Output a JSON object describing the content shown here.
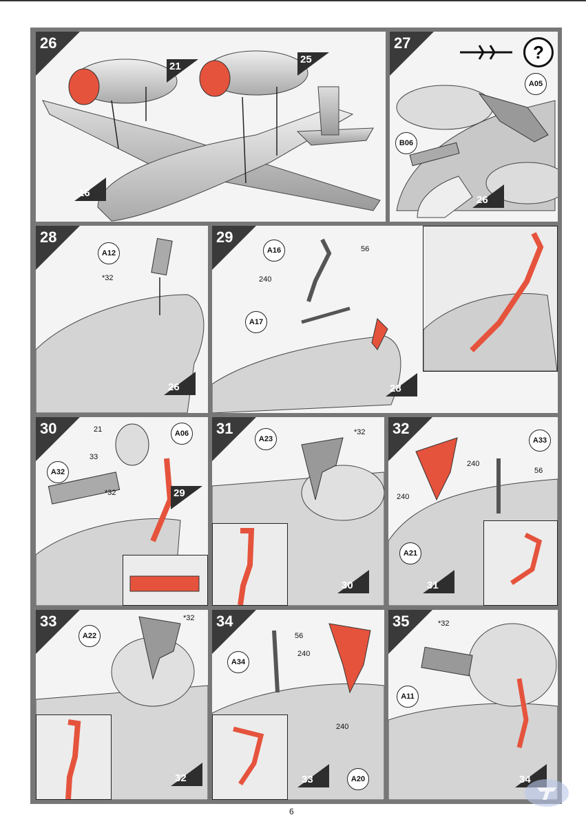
{
  "page_number": "6",
  "steps": [
    {
      "number": "26",
      "parts": [
        "21",
        "25",
        "16"
      ]
    },
    {
      "number": "27",
      "callouts": [
        "A05",
        "B06"
      ],
      "refs": [
        "26"
      ]
    },
    {
      "number": "28",
      "callouts": [
        "A12"
      ],
      "labels": [
        "*32"
      ],
      "refs": [
        "26"
      ]
    },
    {
      "number": "29",
      "callouts": [
        "A16",
        "A17"
      ],
      "labels": [
        "56",
        "240"
      ],
      "refs": [
        "28"
      ]
    },
    {
      "number": "30",
      "callouts": [
        "A06",
        "A32"
      ],
      "labels": [
        "21",
        "33",
        "*32"
      ],
      "refs": [
        "29"
      ]
    },
    {
      "number": "31",
      "callouts": [
        "A23"
      ],
      "labels": [
        "*32"
      ],
      "refs": [
        "30"
      ]
    },
    {
      "number": "32",
      "callouts": [
        "A33",
        "A21"
      ],
      "labels": [
        "240",
        "56",
        "240"
      ],
      "refs": [
        "31"
      ]
    },
    {
      "number": "33",
      "callouts": [
        "A22"
      ],
      "labels": [
        "*32"
      ],
      "refs": [
        "32"
      ]
    },
    {
      "number": "34",
      "callouts": [
        "A34",
        "A20"
      ],
      "labels": [
        "56",
        "240",
        "240"
      ],
      "refs": [
        "33"
      ]
    },
    {
      "number": "35",
      "callouts": [
        "A11"
      ],
      "labels": [
        "*32"
      ],
      "refs": [
        "34"
      ]
    }
  ],
  "colors": {
    "highlight": "#e5533d",
    "frame": "#777777",
    "panel": "#f4f4f4",
    "dark": "#2e2e2e"
  },
  "icons": [
    "aircraft-silhouette-icon",
    "help-question-icon",
    "brand-logo-icon"
  ]
}
